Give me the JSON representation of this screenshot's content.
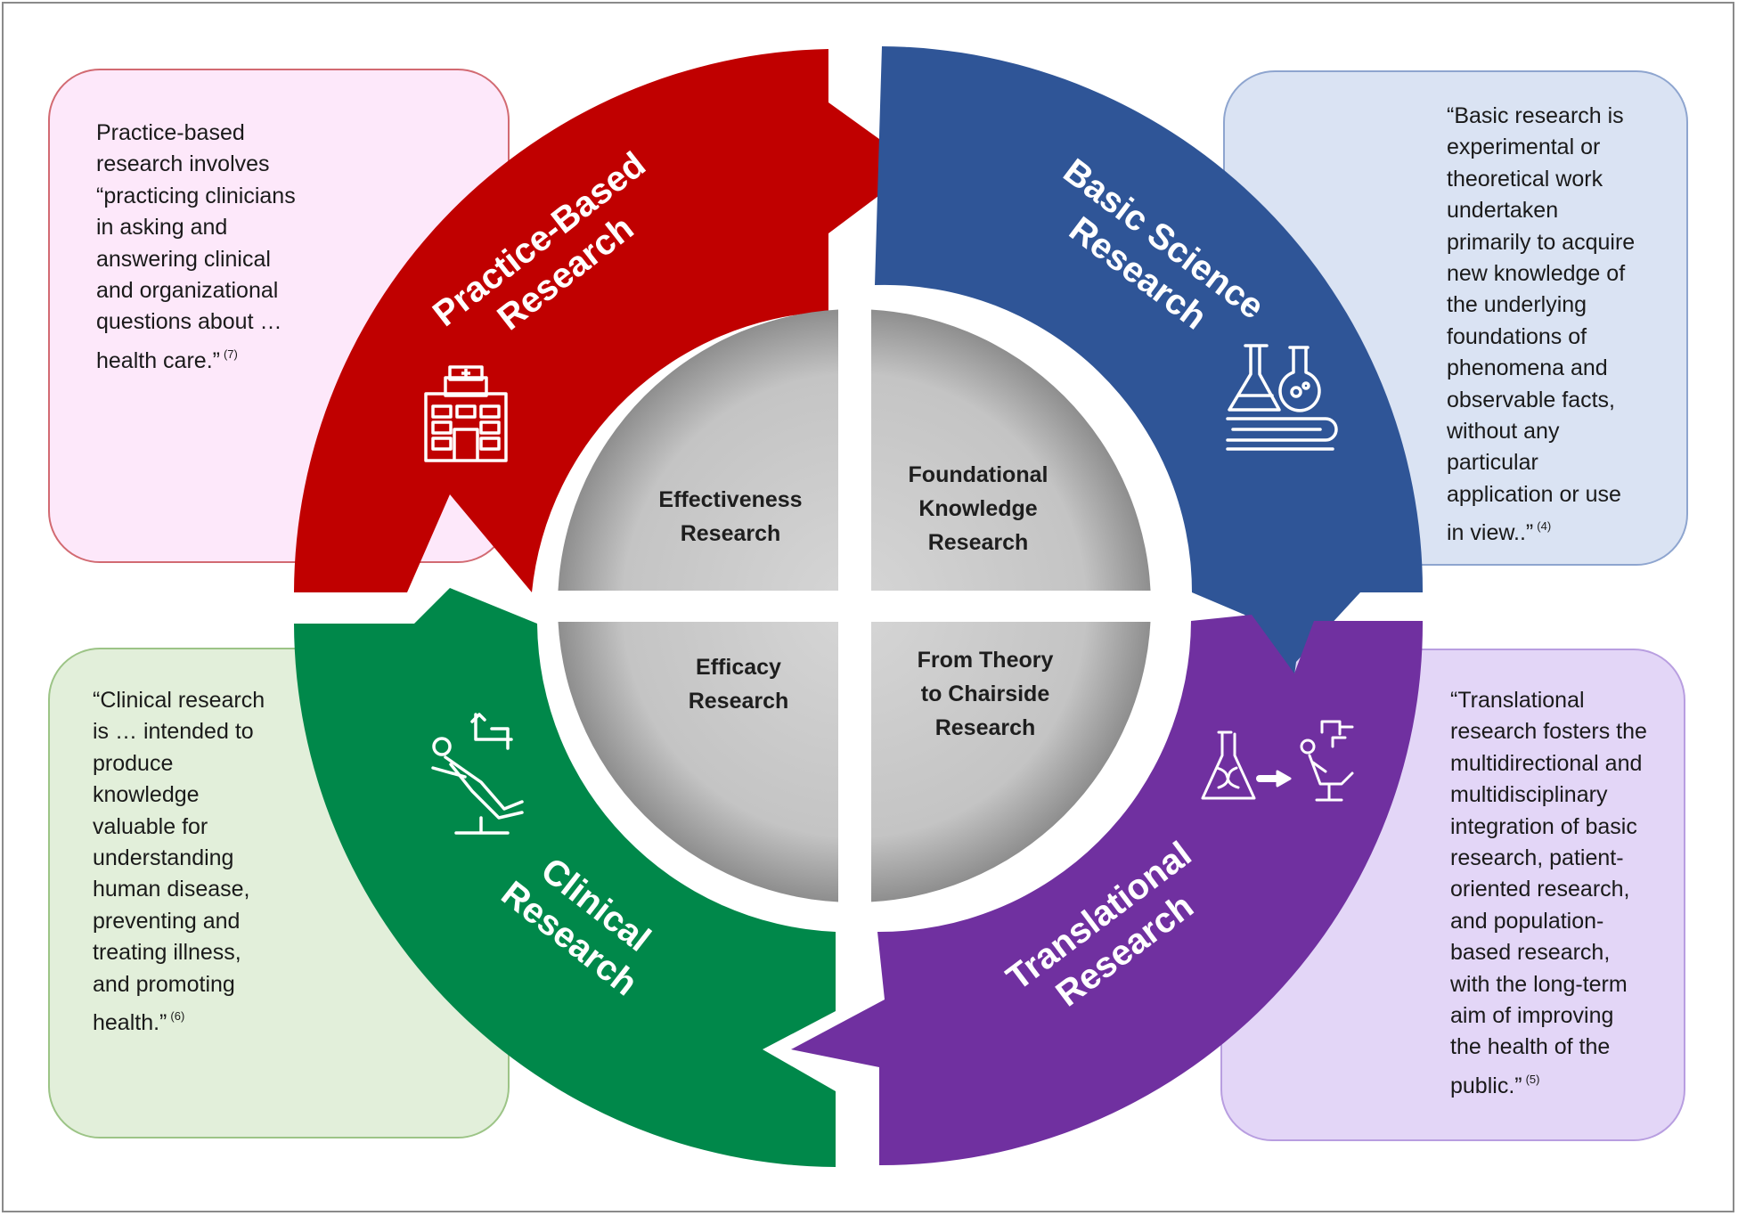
{
  "colors": {
    "practice": "#c00000",
    "basic": "#2f5597",
    "translational": "#7030a0",
    "clinical": "#00884a",
    "core": "#c4c4c4"
  },
  "segments": {
    "practice": {
      "line1": "Practice-Based",
      "line2": "Research",
      "icon": "hospital-icon"
    },
    "basic": {
      "line1": "Basic Science",
      "line2": "Research",
      "icon": "flask-books-icon"
    },
    "translational": {
      "line1": "Translational",
      "line2": "Research",
      "icon": "lab-to-chair-icon"
    },
    "clinical": {
      "line1": "Clinical",
      "line2": "Research",
      "icon": "dental-chair-icon"
    }
  },
  "core": {
    "top_left": [
      "Effectiveness",
      "Research"
    ],
    "top_right": [
      "Foundational",
      "Knowledge",
      "Research"
    ],
    "bottom_left": [
      "Efficacy",
      "Research"
    ],
    "bottom_right": [
      "From Theory",
      "to Chairside",
      "Research"
    ]
  },
  "boxes": {
    "practice": {
      "lines": [
        "Practice-based",
        "research involves",
        "“practicing clinicians",
        "in asking and",
        "answering clinical",
        "and organizational",
        "questions about …",
        "health care.”"
      ],
      "ref": "(7)",
      "bg": "#fde8fa",
      "border": "#d26a72"
    },
    "basic": {
      "lines": [
        "“Basic research is",
        "experimental or",
        "theoretical work",
        "undertaken",
        "primarily to acquire",
        "new knowledge of",
        "the underlying",
        "foundations of",
        "phenomena and",
        "observable facts,",
        "without any",
        "particular",
        "application or use",
        "in view..”"
      ],
      "ref": "(4)",
      "bg": "#dae3f3",
      "border": "#8ea5cf"
    },
    "clinical": {
      "lines": [
        "“Clinical research",
        "is … intended to",
        "produce",
        "knowledge",
        "valuable for",
        "understanding",
        "human disease,",
        "preventing and",
        "treating illness,",
        "and promoting",
        "health.”"
      ],
      "ref": "(6)",
      "bg": "#e2efda",
      "border": "#9cc486"
    },
    "translational": {
      "lines": [
        "“Translational",
        "research fosters the",
        "multidirectional and",
        "multidisciplinary",
        "integration of basic",
        "research, patient-",
        "oriented research,",
        "and population-",
        "based research,",
        "with the long-term",
        "aim of improving",
        "the health of the",
        "public.”"
      ],
      "ref": "(5)",
      "bg": "#e3d6f7",
      "border": "#b89ee0"
    }
  }
}
